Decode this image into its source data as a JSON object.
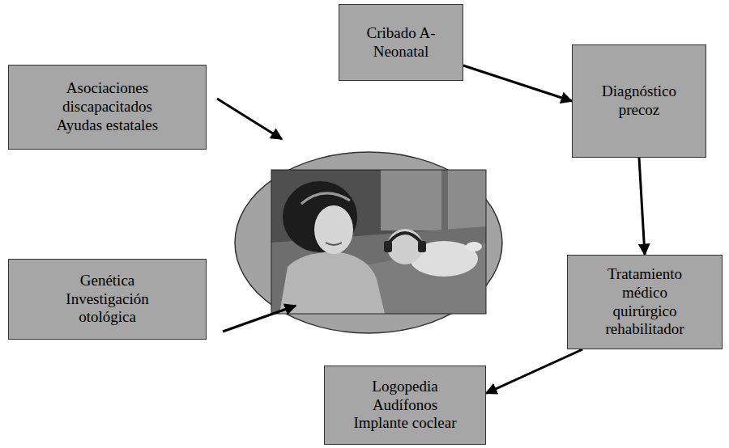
{
  "diagram": {
    "nodes": [
      {
        "text": [
          "Cribado A-Neonatal"
        ]
      },
      {
        "text": [
          "Diagnóstico precoz"
        ]
      },
      {
        "text": [
          "Tratamiento médico quirúrgico rehabilitador"
        ]
      },
      {
        "text": [
          "Logopedia Audífonos Implante coclear"
        ]
      },
      {
        "text": [
          "Genética Investigación otológica"
        ]
      },
      {
        "text": [
          "Asociaciones discapacitados Ayudas estatales"
        ]
      }
    ],
    "edges": [
      {
        "from": 0,
        "to": 1,
        "arrow": "to"
      },
      {
        "from": 1,
        "to": 2,
        "arrow": "to"
      },
      {
        "from": 2,
        "to": 3,
        "arrow": "to"
      }
    ]
  }
}
